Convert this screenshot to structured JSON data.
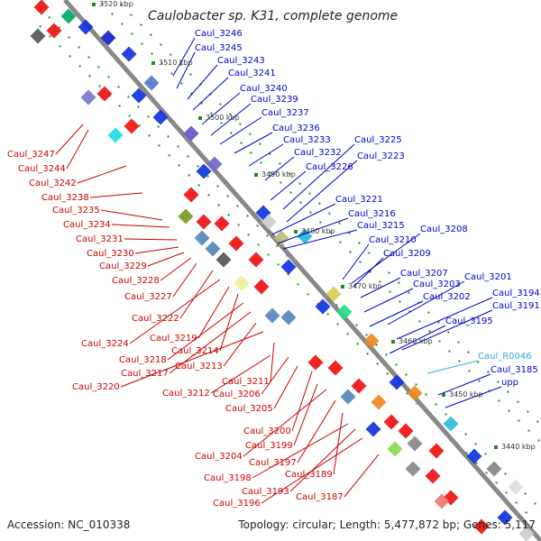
{
  "title": "Caulobacter sp. K31, complete genome",
  "footer": {
    "accession": "Accession: NC_010338",
    "summary": "Topology: circular; Length: 5,477,872 bp; Genes: 5,117"
  },
  "colors": {
    "backbone": "#888888",
    "minus_label": "#cc0000",
    "plus_label": "#0000cc",
    "rna_label": "#33aadd",
    "tick_mark": "#228822"
  },
  "ticks": [
    "3520 kbp",
    "3510 kbp",
    "3500 kbp",
    "3490 kbp",
    "3480 kbp",
    "3470 kbp",
    "3460 kbp",
    "3450 kbp",
    "3440 kbp"
  ],
  "labels_upper": [
    "Caul_3246",
    "Caul_3245",
    "Caul_3243",
    "Caul_3241",
    "Caul_3240",
    "Caul_3239",
    "Caul_3237",
    "Caul_3236",
    "Caul_3233",
    "Caul_3232",
    "Caul_3226",
    "Caul_3225",
    "Caul_3223",
    "Caul_3221",
    "Caul_3216",
    "Caul_3215",
    "Caul_3210",
    "Caul_3208",
    "Caul_3209",
    "Caul_3207",
    "Caul_3203",
    "Caul_3202",
    "Caul_3201",
    "Caul_3194",
    "Caul_3191",
    "Caul_3195",
    "Caul_R0046",
    "Caul_3185",
    "upp"
  ],
  "labels_lower": [
    "Caul_3247",
    "Caul_3244",
    "Caul_3242",
    "Caul_3238",
    "Caul_3235",
    "Caul_3234",
    "Caul_3231",
    "Caul_3230",
    "Caul_3229",
    "Caul_3228",
    "Caul_3227",
    "Caul_3222",
    "Caul_3224",
    "Caul_3219",
    "Caul_3214",
    "Caul_3218",
    "Caul_3217",
    "Caul_3213",
    "Caul_3220",
    "Caul_3211",
    "Caul_3212",
    "Caul_3206",
    "Caul_3205",
    "Caul_3200",
    "Caul_3199",
    "Caul_3204",
    "Caul_3197",
    "Caul_3189",
    "Caul_3198",
    "Caul_3193",
    "Caul_3196",
    "Caul_3187"
  ]
}
